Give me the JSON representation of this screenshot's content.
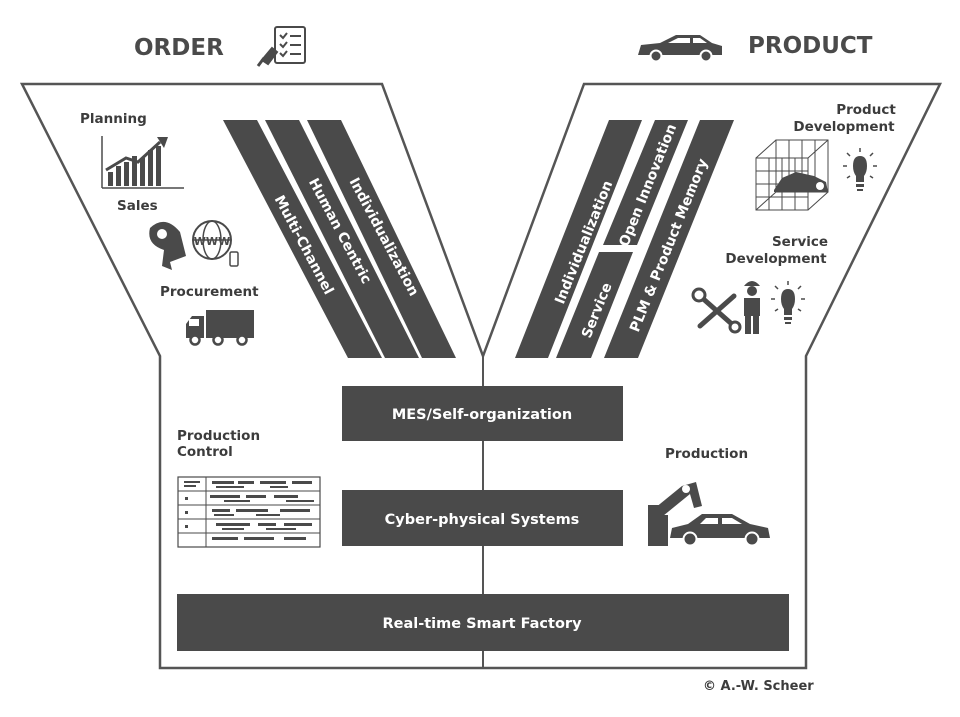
{
  "headers": {
    "left": "ORDER",
    "right": "PRODUCT"
  },
  "order_side": {
    "planning": "Planning",
    "sales": "Sales",
    "procurement": "Procurement",
    "production_control_line1": "Production",
    "production_control_line2": "Control"
  },
  "product_side": {
    "product_development_line1": "Product",
    "product_development_line2": "Development",
    "service_development_line1": "Service",
    "service_development_line2": "Development",
    "production": "Production"
  },
  "left_stripes": [
    "Multi-Channel",
    "Human Centric",
    "Individualization"
  ],
  "right_stripes": {
    "individualization": "Individualization",
    "open_innovation": "Open Innovation",
    "service": "Service",
    "plm": "PLM & Product Memory"
  },
  "bars": {
    "mes": "MES/Self-organization",
    "cps": "Cyber-physical Systems",
    "factory": "Real-time Smart Factory"
  },
  "sales_icon_text": "WWW",
  "copyright": "© A.-W. Scheer",
  "colors": {
    "dark": "#4a4a4a",
    "outline": "#555555",
    "text": "#3c3c3c"
  },
  "icons": {
    "order": "clipboard-checklist-icon",
    "product": "car-icon",
    "planning": "bar-chart-icon",
    "sales": "www-globe-icon",
    "procurement": "truck-icon",
    "product_development": "wireframe-cube-icon",
    "service_development": "tools-worker-icon",
    "idea": "lightbulb-icon",
    "production_control": "schedule-table-icon",
    "production": "robot-arm-car-icon"
  }
}
